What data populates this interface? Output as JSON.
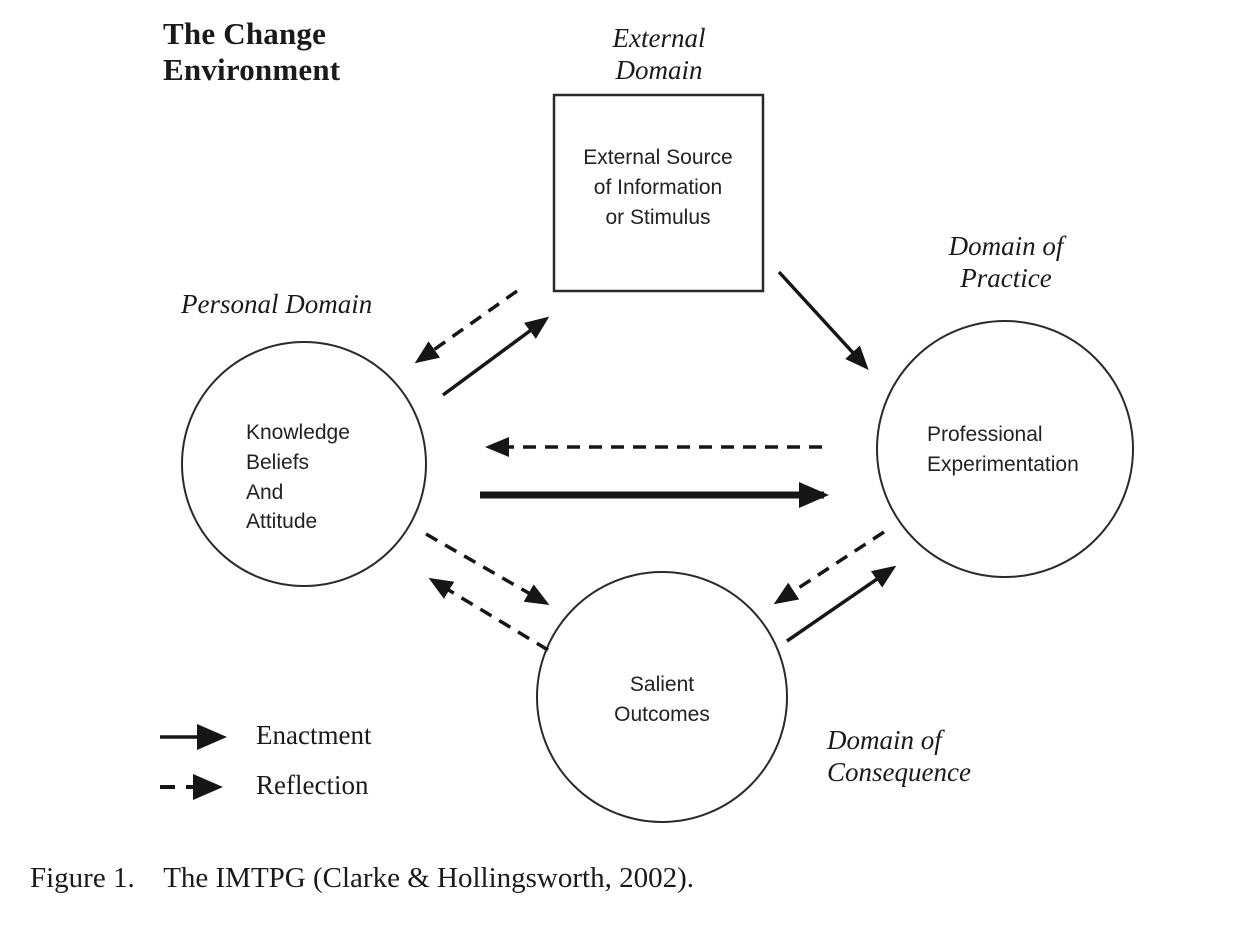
{
  "figure": {
    "title": "The Change\nEnvironment",
    "caption": "Figure 1.    The IMTPG (Clarke & Hollingsworth, 2002).",
    "colors": {
      "ink": "#1a1a1a",
      "background": "#ffffff"
    },
    "nodes": {
      "external": {
        "domain_label": "External\nDomain",
        "label": "External Source\nof Information\nor Stimulus",
        "shape": "rectangle"
      },
      "personal": {
        "domain_label": "Personal Domain",
        "label": "Knowledge\nBeliefs\nAnd\nAttitude",
        "shape": "circle"
      },
      "practice": {
        "domain_label": "Domain of\nPractice",
        "label": "Professional\nExperimentation",
        "shape": "circle"
      },
      "consequence": {
        "domain_label": "Domain of\nConsequence",
        "label": "Salient\nOutcomes",
        "shape": "circle"
      }
    },
    "edges": [
      {
        "from": "external",
        "to": "personal",
        "type": "reflection"
      },
      {
        "from": "personal",
        "to": "external",
        "type": "enactment"
      },
      {
        "from": "external",
        "to": "practice",
        "type": "enactment"
      },
      {
        "from": "practice",
        "to": "personal",
        "type": "reflection"
      },
      {
        "from": "personal",
        "to": "practice",
        "type": "enactment"
      },
      {
        "from": "personal",
        "to": "consequence",
        "type": "reflection"
      },
      {
        "from": "consequence",
        "to": "personal",
        "type": "reflection"
      },
      {
        "from": "practice",
        "to": "consequence",
        "type": "reflection"
      },
      {
        "from": "consequence",
        "to": "practice",
        "type": "enactment"
      }
    ],
    "legend": {
      "enactment_label": "Enactment",
      "reflection_label": "Reflection"
    }
  }
}
